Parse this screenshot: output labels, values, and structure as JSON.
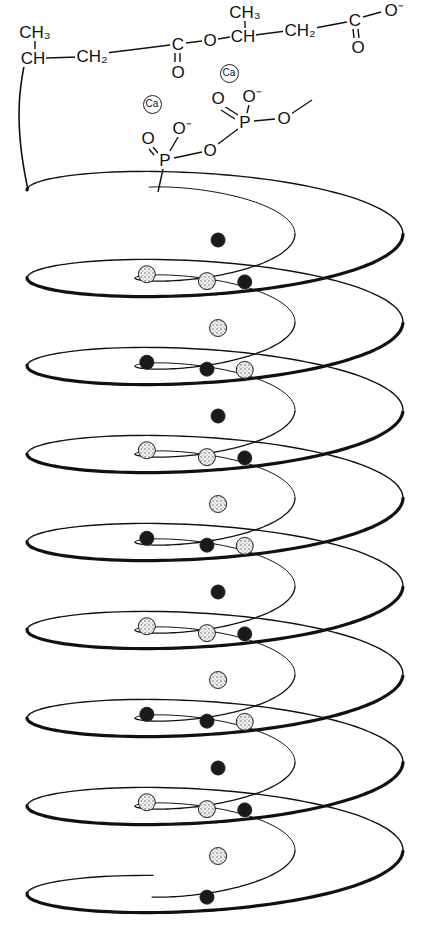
{
  "diagram": {
    "nodes": [
      {
        "text": [
          "Ca"
        ]
      },
      {
        "text": [
          "Ca"
        ]
      }
    ],
    "labels": [
      "CH₃",
      "CH",
      "CH₂",
      "C",
      "O",
      "O",
      "CH₃",
      "CH",
      "CH₂",
      "C",
      "O",
      "O⁻",
      "O",
      "O⁻",
      "P",
      "O",
      "O",
      "O⁻",
      "P",
      "O"
    ]
  }
}
